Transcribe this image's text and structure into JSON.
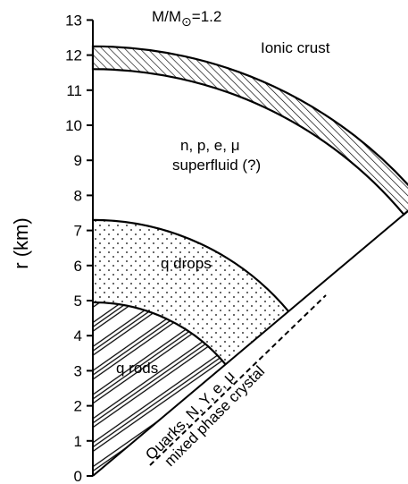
{
  "axis": {
    "ylabel": "r (km)",
    "ticks": [
      "0",
      "1",
      "2",
      "3",
      "4",
      "5",
      "6",
      "7",
      "8",
      "9",
      "10",
      "11",
      "12",
      "13"
    ]
  },
  "mass_label": {
    "main": "M/M",
    "sub": "⊙",
    "value": "=1.2"
  },
  "regions": {
    "ionic_crust": "Ionic crust",
    "npe_line1": "n, p, e, μ",
    "npe_line2": "superfluid (?)",
    "q_drops": "q drops",
    "q_rods": "q rods",
    "quarks_line1": "Quarks, N, Y, e, μ",
    "quarks_line2": "mixed phase crystal"
  },
  "layer_radii_km": {
    "surface": 12.25,
    "crust_inner": 11.6,
    "drops_outer": 7.3,
    "rods_outer": 4.95
  }
}
